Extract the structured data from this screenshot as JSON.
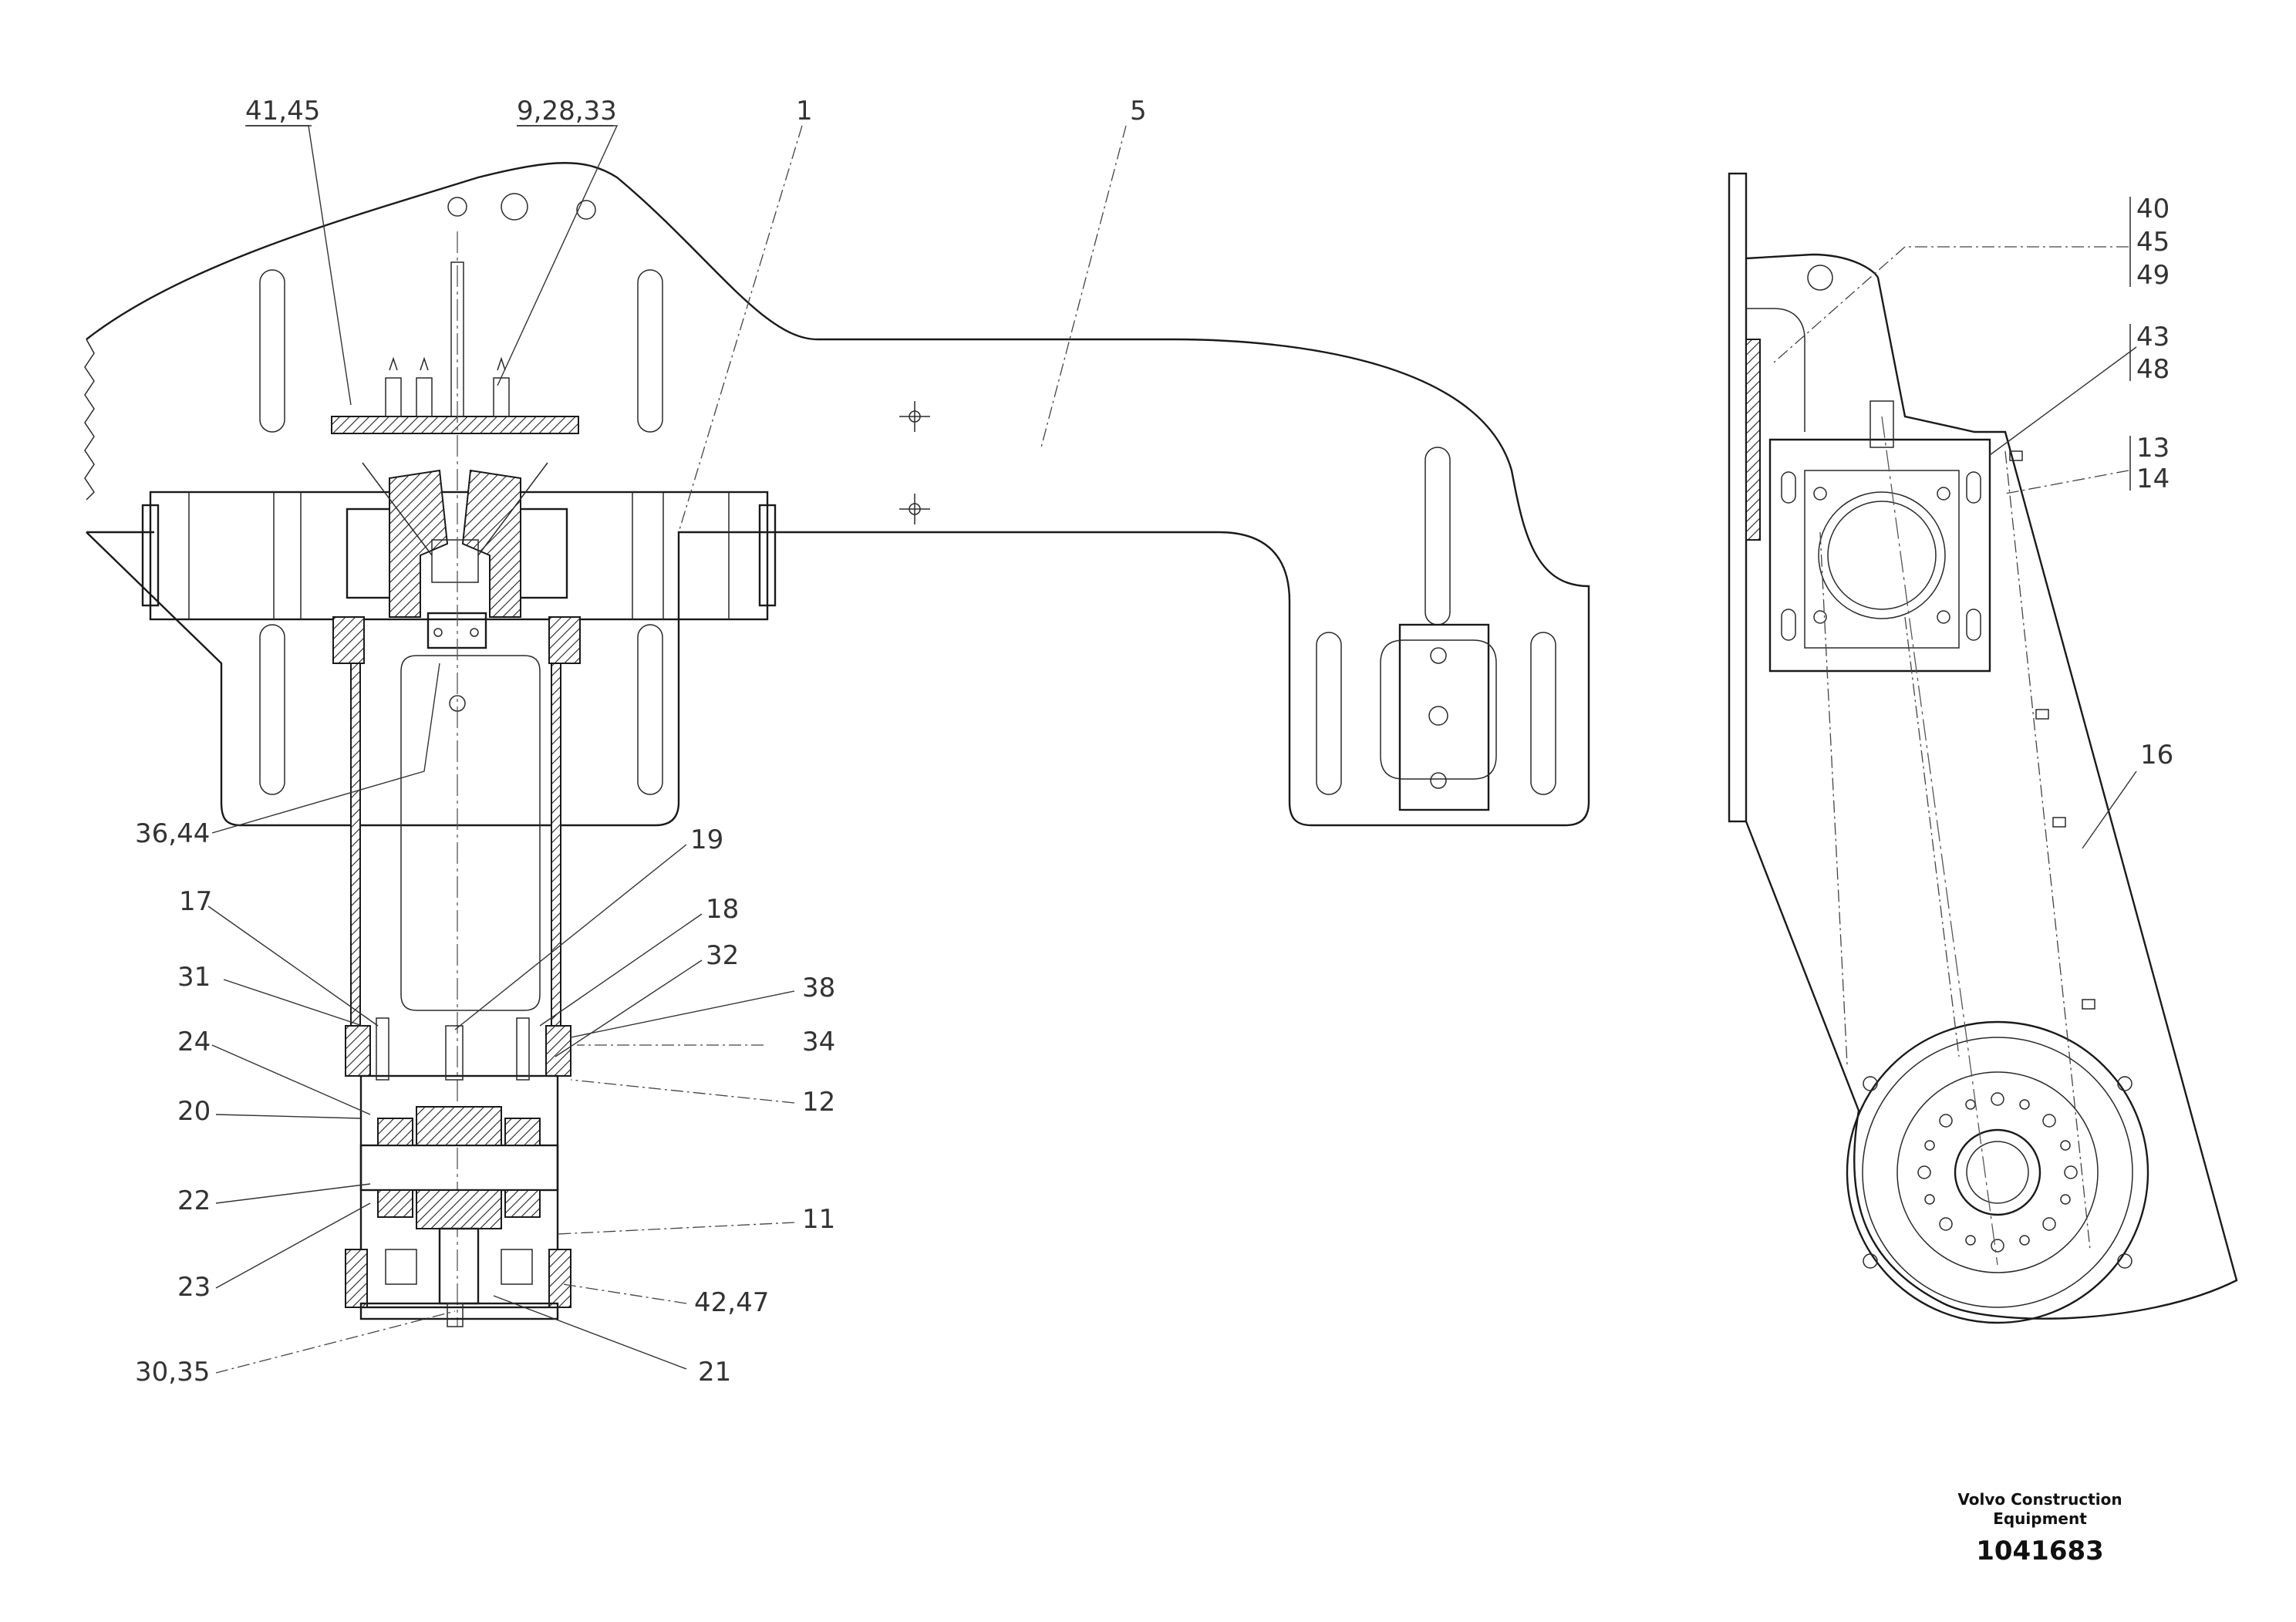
{
  "callouts": [
    {
      "id": "c-41-45",
      "text": "41,45"
    },
    {
      "id": "c-9-28-33",
      "text": "9,28,33"
    },
    {
      "id": "c-1",
      "text": "1"
    },
    {
      "id": "c-5",
      "text": "5"
    },
    {
      "id": "c-36-44",
      "text": "36,44"
    },
    {
      "id": "c-19",
      "text": "19"
    },
    {
      "id": "c-17",
      "text": "17"
    },
    {
      "id": "c-18",
      "text": "18"
    },
    {
      "id": "c-32",
      "text": "32"
    },
    {
      "id": "c-31",
      "text": "31"
    },
    {
      "id": "c-38",
      "text": "38"
    },
    {
      "id": "c-24",
      "text": "24"
    },
    {
      "id": "c-34",
      "text": "34"
    },
    {
      "id": "c-20",
      "text": "20"
    },
    {
      "id": "c-12",
      "text": "12"
    },
    {
      "id": "c-22",
      "text": "22"
    },
    {
      "id": "c-11",
      "text": "11"
    },
    {
      "id": "c-23",
      "text": "23"
    },
    {
      "id": "c-42-47",
      "text": "42,47"
    },
    {
      "id": "c-30-35",
      "text": "30,35"
    },
    {
      "id": "c-21",
      "text": "21"
    },
    {
      "id": "c-40",
      "text": "40"
    },
    {
      "id": "c-45",
      "text": "45"
    },
    {
      "id": "c-49",
      "text": "49"
    },
    {
      "id": "c-43",
      "text": "43"
    },
    {
      "id": "c-48",
      "text": "48"
    },
    {
      "id": "c-13",
      "text": "13"
    },
    {
      "id": "c-14",
      "text": "14"
    },
    {
      "id": "c-16",
      "text": "16"
    }
  ],
  "title_block": {
    "company_line1": "Volvo Construction",
    "company_line2": "Equipment",
    "drawing_number": "1041683"
  }
}
